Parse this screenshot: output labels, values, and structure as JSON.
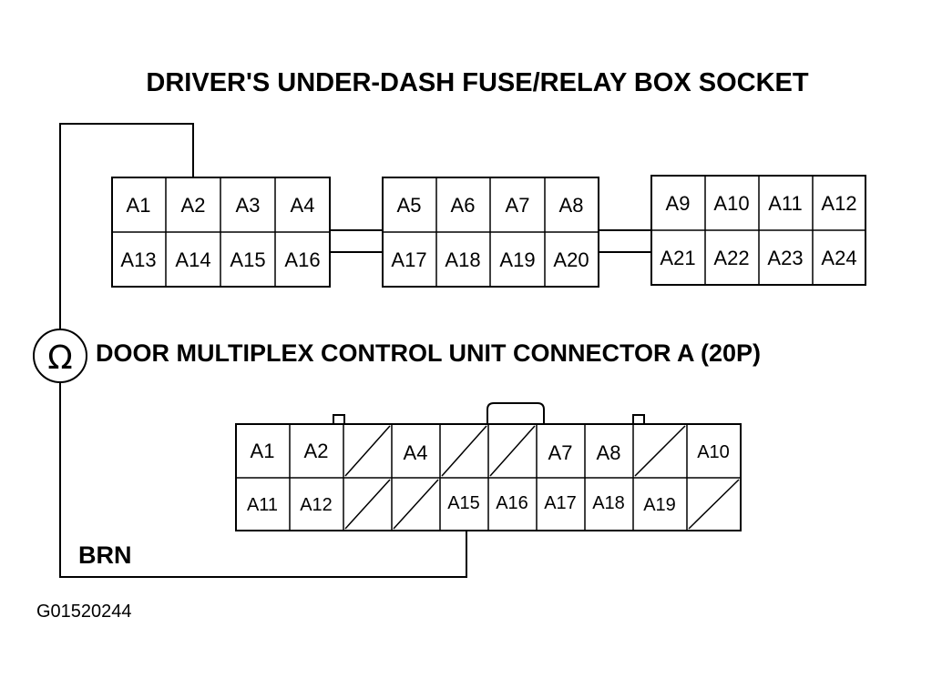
{
  "title": "DRIVER'S UNDER-DASH FUSE/RELAY BOX SOCKET",
  "subtitle": "DOOR MULTIPLEX CONTROL UNIT CONNECTOR A (20P)",
  "meter_symbol": "Ω",
  "wire_color_label": "BRN",
  "figure_code": "G01520244",
  "fuse_box_socket": {
    "blocks": [
      {
        "top": [
          "A1",
          "A2",
          "A3",
          "A4"
        ],
        "bottom": [
          "A13",
          "A14",
          "A15",
          "A16"
        ]
      },
      {
        "top": [
          "A5",
          "A6",
          "A7",
          "A8"
        ],
        "bottom": [
          "A17",
          "A18",
          "A19",
          "A20"
        ]
      },
      {
        "top": [
          "A9",
          "A10",
          "A11",
          "A12"
        ],
        "bottom": [
          "A21",
          "A22",
          "A23",
          "A24"
        ]
      }
    ]
  },
  "door_connector": {
    "top": [
      "A1",
      "A2",
      "",
      "A4",
      "",
      "",
      "A7",
      "A8",
      "",
      "A10"
    ],
    "bottom": [
      "A11",
      "A12",
      "",
      "",
      "A15",
      "A16",
      "A17",
      "A18",
      "A19",
      ""
    ]
  }
}
